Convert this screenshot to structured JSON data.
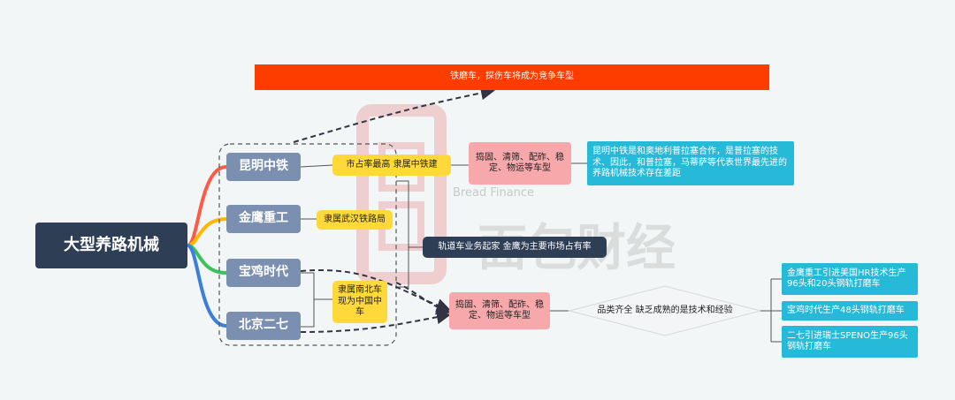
{
  "banner": {
    "text": "铁磨车，探伤车将成为竞争车型"
  },
  "root": {
    "label": "大型养路机械"
  },
  "branches": [
    {
      "label": "昆明中铁",
      "color": "#ff5a45"
    },
    {
      "label": "金鹰重工",
      "color": "#ffb700"
    },
    {
      "label": "宝鸡时代",
      "color": "#3cc25c"
    },
    {
      "label": "北京二七",
      "color": "#3a7fdc"
    }
  ],
  "tags": {
    "kunming": "市占率最高  隶属中铁建",
    "jinying": "隶属武汉铁路局",
    "beijing_baoji": "隶属南北车 现为中国中车"
  },
  "products": {
    "kunming": "捣固、清筛、配砟、稳定、物运等车型",
    "shared": "捣固、清筛、配砟、稳定、物运等车型"
  },
  "info": {
    "kunming": "昆明中铁是和奥地利普拉塞合作，是普拉塞的技术、因此，和普拉塞，马蒂萨等代表世界最先进的养路机械技术存在差距",
    "rail": "轨道车业务起家  金鹰为主要市场占有率"
  },
  "diamond": {
    "text": "品类齐全 缺乏成熟的是技术和经验"
  },
  "tech": [
    "金鹰重工引进美国HR技术生产96头和20头钢轨打磨车",
    "宝鸡时代生产48头钢轨打磨车",
    "二七引进瑞士SPENO生产96头钢轨打磨车"
  ],
  "watermark": {
    "text": "Bread Finance",
    "mark": "面包财经"
  }
}
